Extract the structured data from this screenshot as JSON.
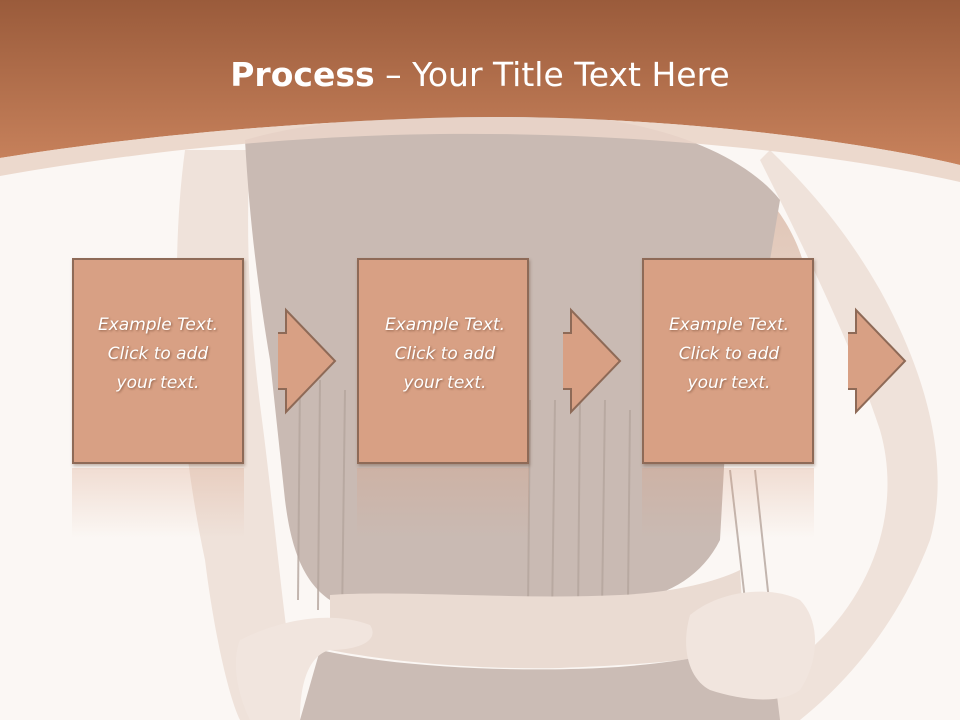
{
  "slide": {
    "title_bold": "Process",
    "title_rest": " – Your Title Text Here"
  },
  "steps": [
    {
      "text": "Example Text.\nClick  to add\nyour text."
    },
    {
      "text": "Example Text.\nClick  to add\nyour text."
    },
    {
      "text": "Example Text.\nClick  to add\nyour text."
    }
  ],
  "colors": {
    "header": "#b56f4a",
    "box_fill": "#d8a084",
    "box_border": "#8e6a57",
    "background": "#fbf7f4"
  }
}
